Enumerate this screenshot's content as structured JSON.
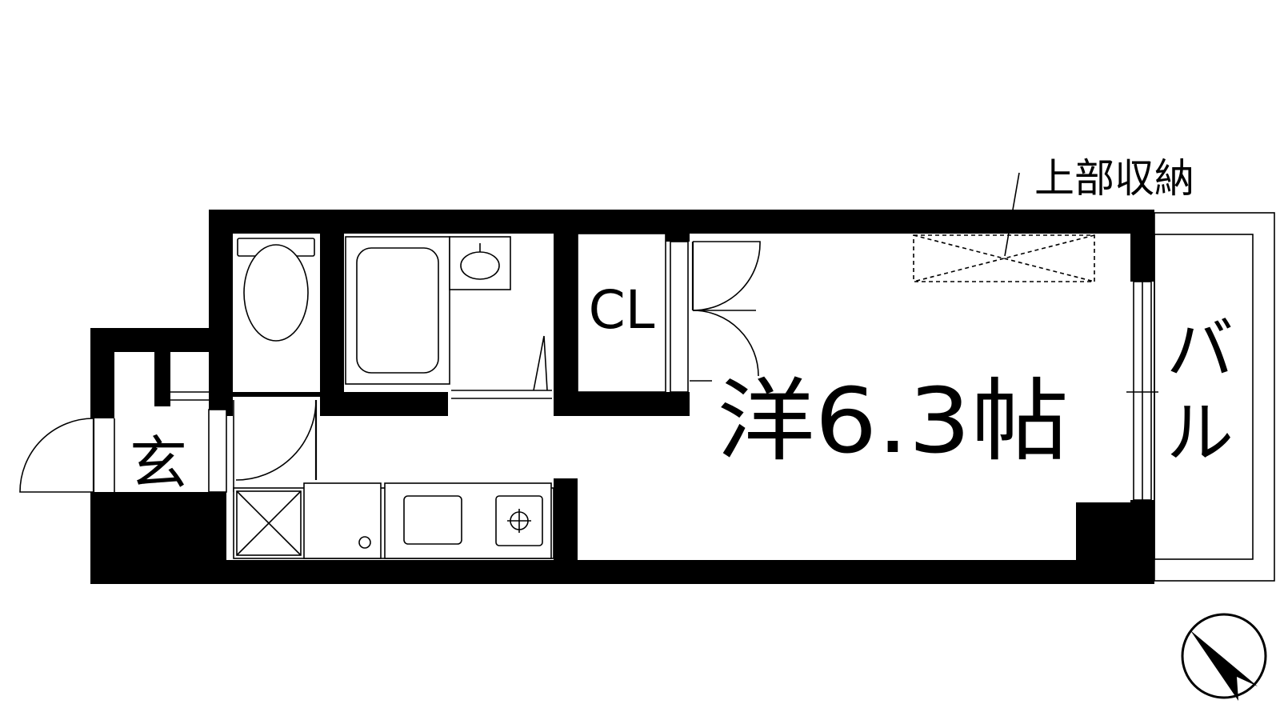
{
  "labels": {
    "entrance": "玄",
    "closet": "CL",
    "room": "洋6.3帖",
    "balcony_line1": "バ",
    "balcony_line2": "ル",
    "upper_storage": "上部収納"
  },
  "icons": {
    "toilet": "toilet-icon",
    "bathtub": "bathtub-icon",
    "washbasin": "washbasin-icon",
    "sink": "kitchen-sink-icon",
    "stove": "gas-stove-icon",
    "washer": "washing-machine-space-icon",
    "compass": "north-arrow-icon"
  }
}
